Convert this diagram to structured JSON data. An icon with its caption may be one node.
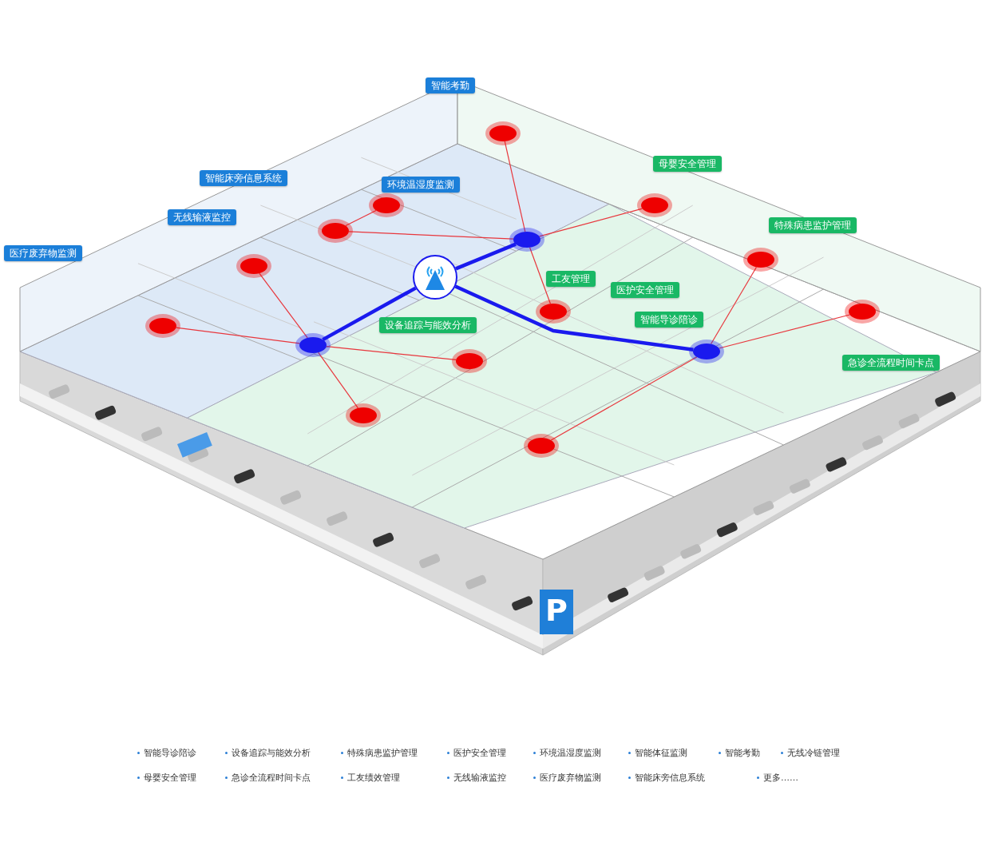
{
  "diagram": {
    "nodes": [
      {
        "text": [
          "智能考勤"
        ]
      },
      {
        "text": [],
        "shape": "circle"
      },
      {
        "text": [
          "母婴安全管理"
        ]
      },
      {
        "text": [
          "智能床旁信息系统"
        ]
      },
      {
        "text": [
          "环境温湿度监测"
        ]
      },
      {
        "text": [],
        "shape": "circle"
      },
      {
        "text": [],
        "shape": "circle"
      },
      {
        "text": [
          "无线输液监控"
        ]
      },
      {
        "text": [
          "特殊病患监护管理"
        ]
      },
      {
        "text": [],
        "shape": "circle"
      },
      {
        "text": [],
        "shape": "circle"
      },
      {
        "text": [
          "医疗废弃物监测"
        ]
      },
      {
        "text": [],
        "shape": "circle"
      },
      {
        "text": [],
        "shape": "circle"
      },
      {
        "text": [],
        "shape": "picture"
      },
      {
        "text": [
          "工友管理"
        ]
      },
      {
        "text": [
          "医护安全管理"
        ]
      },
      {
        "text": [],
        "shape": "circle"
      },
      {
        "text": [],
        "shape": "circle"
      },
      {
        "text": [
          "设备追踪与能效分析"
        ]
      },
      {
        "text": [
          "智能导诊陪诊"
        ]
      },
      {
        "text": [],
        "shape": "circle"
      },
      {
        "text": [],
        "shape": "circle"
      },
      {
        "text": [],
        "shape": "circle"
      },
      {
        "text": [],
        "shape": "circle"
      },
      {
        "text": [
          "急诊全流程时间卡点"
        ]
      },
      {
        "text": [],
        "shape": "circle"
      },
      {
        "text": [],
        "shape": "circle"
      }
    ],
    "edges": [
      {
        "from": 14,
        "to": 10,
        "arrow": "none",
        "style": "thick",
        "color": "#1a1aee"
      },
      {
        "from": 14,
        "to": 22,
        "arrow": "none",
        "style": "thick",
        "color": "#1a1aee"
      },
      {
        "from": 14,
        "to": 23,
        "arrow": "none",
        "style": "thick",
        "color": "#1a1aee"
      },
      {
        "from": 1,
        "to": 10,
        "arrow": "none"
      },
      {
        "from": 5,
        "to": 9,
        "arrow": "none"
      },
      {
        "from": 9,
        "to": 10,
        "arrow": "none"
      },
      {
        "from": 6,
        "to": 10,
        "arrow": "none"
      },
      {
        "from": 17,
        "to": 10,
        "arrow": "none"
      },
      {
        "from": 13,
        "to": 22,
        "arrow": "none"
      },
      {
        "from": 21,
        "to": 22,
        "arrow": "none"
      },
      {
        "from": 24,
        "to": 22,
        "arrow": "none"
      },
      {
        "from": 26,
        "to": 22,
        "arrow": "none"
      },
      {
        "from": 12,
        "to": 23,
        "arrow": "none"
      },
      {
        "from": 18,
        "to": 23,
        "arrow": "none"
      },
      {
        "from": 27,
        "to": 23,
        "arrow": "none"
      }
    ],
    "labels": [
      "P",
      "智能导诊陪诊",
      "设备追踪与能效分析",
      "特殊病患监护管理",
      "医护安全管理",
      "环境温湿度监测",
      "智能体征监测",
      "智能考勤",
      "无线冷链管理",
      "母婴安全管理",
      "急诊全流程时间卡点",
      "工友绩效管理",
      "无线输液监控",
      "医疗废弃物监测",
      "智能床旁信息系统",
      "更多……"
    ]
  }
}
